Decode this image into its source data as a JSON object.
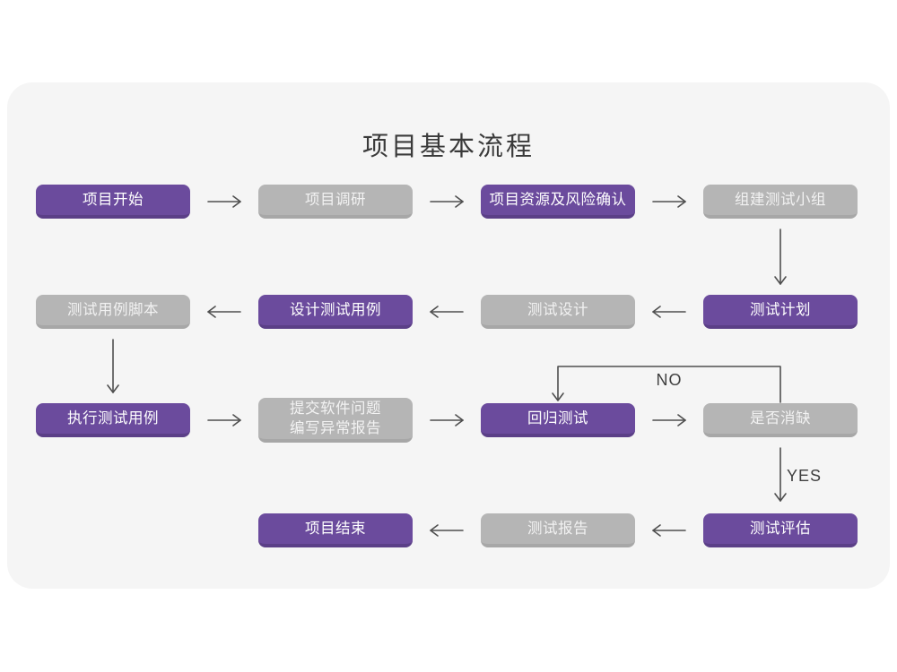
{
  "page": {
    "title": "项目基本流程"
  },
  "diagram": {
    "nodes": [
      {
        "label": "项目开始",
        "variant": "purple"
      },
      {
        "label": "项目调研",
        "variant": "gray"
      },
      {
        "label": "项目资源及风险确认",
        "variant": "purple"
      },
      {
        "label": "组建测试小组",
        "variant": "gray"
      },
      {
        "label": "测试计划",
        "variant": "purple"
      },
      {
        "label": "测试设计",
        "variant": "gray"
      },
      {
        "label": "设计测试用例",
        "variant": "purple"
      },
      {
        "label": "测试用例脚本",
        "variant": "gray"
      },
      {
        "label": "执行测试用例",
        "variant": "purple"
      },
      {
        "label": "提交软件问题\n编写异常报告",
        "variant": "gray"
      },
      {
        "label": "回归测试",
        "variant": "purple"
      },
      {
        "label": "是否消缺",
        "variant": "gray"
      },
      {
        "label": "测试评估",
        "variant": "purple"
      },
      {
        "label": "测试报告",
        "variant": "gray"
      },
      {
        "label": "项目结束",
        "variant": "purple"
      }
    ],
    "edges": [
      {
        "from": "项目开始",
        "to": "项目调研"
      },
      {
        "from": "项目调研",
        "to": "项目资源及风险确认"
      },
      {
        "from": "项目资源及风险确认",
        "to": "组建测试小组"
      },
      {
        "from": "组建测试小组",
        "to": "测试计划"
      },
      {
        "from": "测试计划",
        "to": "测试设计"
      },
      {
        "from": "测试设计",
        "to": "设计测试用例"
      },
      {
        "from": "设计测试用例",
        "to": "测试用例脚本"
      },
      {
        "from": "测试用例脚本",
        "to": "执行测试用例"
      },
      {
        "from": "执行测试用例",
        "to": "提交软件问题编写异常报告"
      },
      {
        "from": "提交软件问题编写异常报告",
        "to": "回归测试"
      },
      {
        "from": "回归测试",
        "to": "是否消缺"
      },
      {
        "from": "是否消缺",
        "to": "回归测试",
        "label": "NO"
      },
      {
        "from": "是否消缺",
        "to": "测试评估",
        "label": "YES"
      },
      {
        "from": "测试评估",
        "to": "测试报告"
      },
      {
        "from": "测试报告",
        "to": "项目结束"
      }
    ],
    "edge_labels": {
      "no": "NO",
      "yes": "YES"
    },
    "colors": {
      "node_primary": "#6B4B9D",
      "node_primary_edge": "#5B3F87",
      "node_secondary": "#B5B5B5",
      "node_secondary_edge": "#A7A7A7",
      "arrow": "#4F4F4F",
      "card_background": "#F5F5F5",
      "title_text": "#3A3A3A",
      "text_on_primary": "#FFFFFF",
      "text_on_secondary": "#F2F2F2"
    }
  }
}
